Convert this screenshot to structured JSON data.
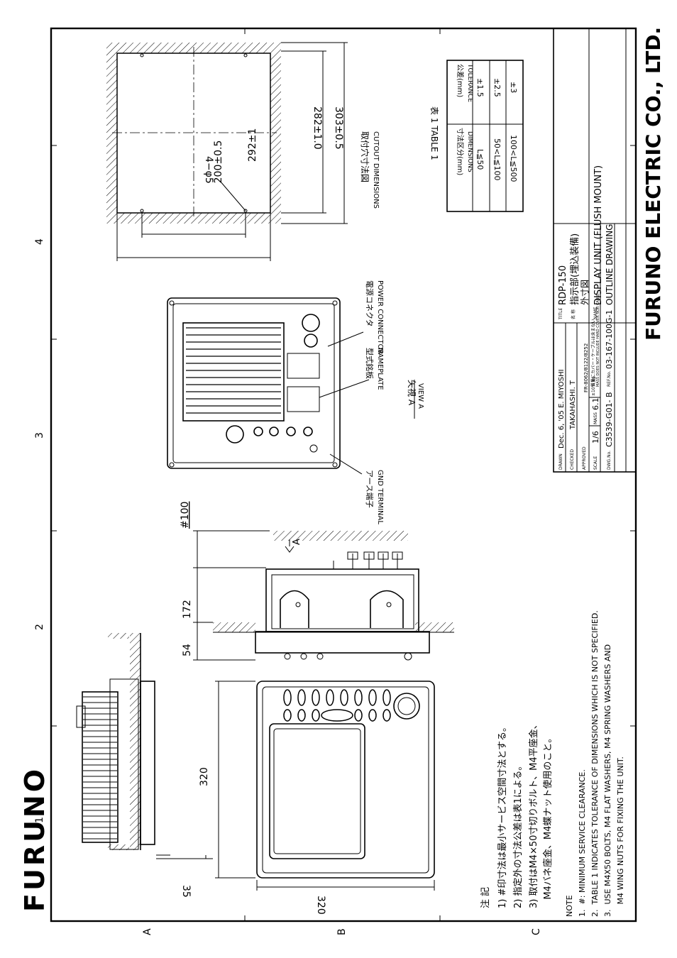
{
  "brand": {
    "logo_text": "FURUNO",
    "company": "FURUNO ELECTRIC CO., LTD."
  },
  "grid": {
    "cols": [
      "1",
      "2",
      "3",
      "4"
    ],
    "rows": [
      "A",
      "B",
      "C"
    ]
  },
  "dims": {
    "front_width": "320",
    "front_height": "320",
    "side_depth_35": "35",
    "side_172": "172",
    "side_54": "54",
    "clearance": "#100",
    "cut_282": "282±1.0",
    "cut_303": "303±0.5",
    "cut_200": "200±0.5",
    "cut_292": "292±1",
    "hole": "4−φ5"
  },
  "labels": {
    "view_arrow": "A",
    "cutout_jp": "取付穴寸法図",
    "cutout_en": "CUTOUT DIMENSIONS",
    "power_jp": "電源コネクタ",
    "power_en": "POWER CONNECTOR",
    "nameplate_jp": "型式銘板",
    "nameplate_en": "NAMEPLATE",
    "view_jp": "矢視 A",
    "view_en": "VIEW A",
    "gnd_jp": "アース端子",
    "gnd_en": "GND TERMINAL"
  },
  "table1": {
    "title": "表 1 TABLE 1",
    "col1_jp": "寸法区分(mm)",
    "col1_en": "DIMENSIONS",
    "col2_jp": "公差(mm)",
    "col2_en": "TOLERANCE",
    "rows": [
      {
        "dim": "L≦50",
        "tol": "±1.5"
      },
      {
        "dim": "50<L≦100",
        "tol": "±2.5"
      },
      {
        "dim": "100<L≦500",
        "tol": "±3"
      }
    ]
  },
  "notes_jp": {
    "heading": "注 記",
    "items": [
      "1) #印寸法は最小サービス空間寸法とする。",
      "2) 指定外の寸法公差は表1による。",
      "3) 取付はM4×50寸切りボルト、M4平座金、",
      "   M4バネ座金、M4蝶ナット使用のこと。"
    ]
  },
  "notes_en": {
    "heading": "NOTE",
    "items": [
      "1.  #: MINIMUM SERVICE CLEARANCE.",
      "2.  TABLE 1 INDICATES TOLERANCE OF DIMENSIONS WHICH IS NOT SPECIFIED.",
      "3.  USE M4X50 BOLTS, M4 FLAT WASHERS, M4 SPRING WASHERS AND",
      "     M4 WING NUTS FOR FIXING THE UNIT."
    ]
  },
  "title_block": {
    "drawn_label": "DRAWN",
    "drawn": "Dec. 6, '05   E. MIYOSHI",
    "checked_label": "CHECKED",
    "checked": "TAKAHASHI. T",
    "approved_label": "APPROVED",
    "scale_label": "SCALE",
    "scale": "1/6",
    "mass_label": "MASS",
    "mass": "6.1",
    "mass_unit": "±10%\nkg",
    "dwg_label": "DWG.No.",
    "dwg": "C3539-G01- B",
    "ref_label": "REF.No.",
    "ref": "03-167-100G-1",
    "models": "FR-8062/8122/8252",
    "mass_note_jp": "質量にカバー・ケーブルは含まない",
    "mass_note_en": "MASS DOES NOT INCLUDE HARD COVER NOR CABLE.",
    "title_label": "TITLE",
    "title": "RDP-150",
    "name_label": "名 称",
    "name_jp1": "指示部(埋込装備)",
    "name_jp2": "外寸図",
    "name_en_label": "NAME",
    "name_en1": "DISPLAY UNIT (FLUSH MOUNT)",
    "name_en2": "OUTLINE DRAWING"
  }
}
